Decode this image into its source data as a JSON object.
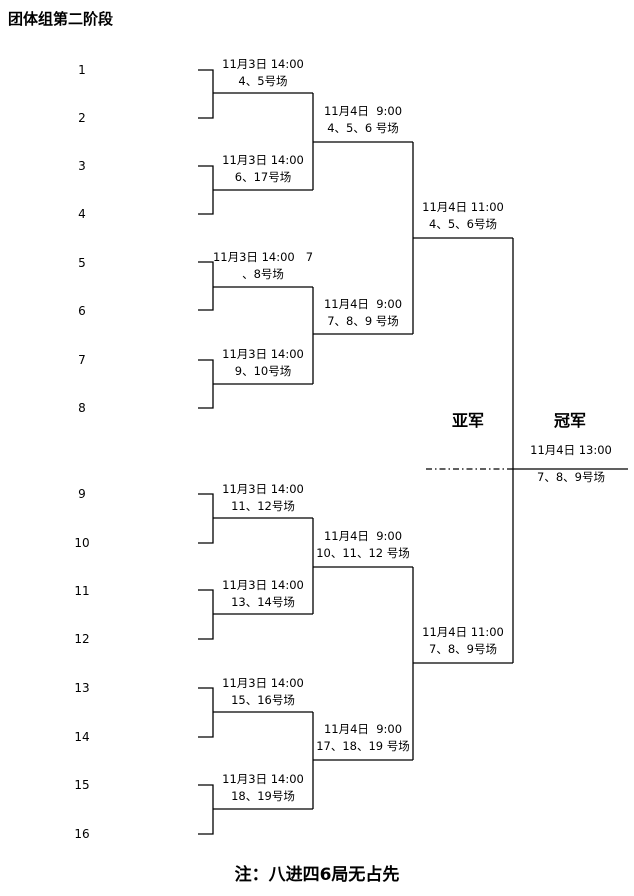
{
  "title": "团体组第二阶段",
  "seeds": [
    "1",
    "2",
    "3",
    "4",
    "5",
    "6",
    "7",
    "8",
    "9",
    "10",
    "11",
    "12",
    "13",
    "14",
    "15",
    "16"
  ],
  "round1": [
    {
      "time": "11月3日 14:00",
      "venue": "4、5号场"
    },
    {
      "time": "11月3日 14:00",
      "venue": "6、17号场"
    },
    {
      "time": "11月3日 14:00   7",
      "venue": "、8号场"
    },
    {
      "time": "11月3日 14:00",
      "venue": "9、10号场"
    },
    {
      "time": "11月3日 14:00",
      "venue": "11、12号场"
    },
    {
      "time": "11月3日 14:00",
      "venue": "13、14号场"
    },
    {
      "time": "11月3日 14:00",
      "venue": "15、16号场"
    },
    {
      "time": "11月3日 14:00",
      "venue": "18、19号场"
    }
  ],
  "round2": [
    {
      "time": "11月4日  9:00",
      "venue": "4、5、6 号场"
    },
    {
      "time": "11月4日  9:00",
      "venue": "7、8、9 号场"
    },
    {
      "time": "11月4日  9:00",
      "venue": "10、11、12 号场"
    },
    {
      "time": "11月4日  9:00",
      "venue": "17、18、19 号场"
    }
  ],
  "semifinals": [
    {
      "time": "11月4日 11:00",
      "venue": "4、5、6号场"
    },
    {
      "time": "11月4日 11:00",
      "venue": "7、8、9号场"
    }
  ],
  "final": {
    "champion_label": "冠军",
    "runner_up_label": "亚军",
    "time": "11月4日 13:00",
    "venue": "7、8、9号场"
  },
  "note": "注：八进四6局无占先"
}
